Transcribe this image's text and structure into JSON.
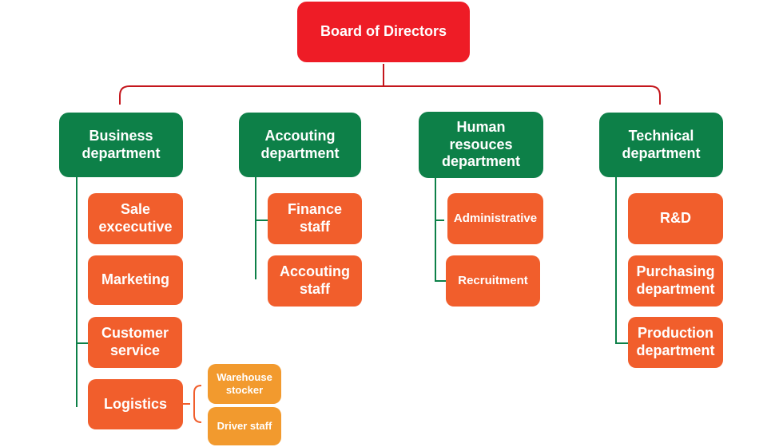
{
  "colors": {
    "root": "#ee1c26",
    "department": "#0d8048",
    "sub_unit": "#f15e2c",
    "leaf_unit": "#f29a2e",
    "root_connector": "#c4161c",
    "dept_connector": "#0d8048",
    "leaf_connector": "#f15e2c"
  },
  "root": {
    "label": "Board of Directors"
  },
  "departments": [
    {
      "label": "Business\ndepartment",
      "units": [
        {
          "label": "Sale\nexcecutive"
        },
        {
          "label": "Marketing"
        },
        {
          "label": "Customer\nservice"
        },
        {
          "label": "Logistics",
          "children": [
            "Warehouse\nstocker",
            "Driver staff"
          ]
        }
      ]
    },
    {
      "label": "Accouting\ndepartment",
      "units": [
        {
          "label": "Finance\nstaff"
        },
        {
          "label": "Accouting\nstaff"
        }
      ]
    },
    {
      "label": "Human\nresouces\ndepartment",
      "units": [
        {
          "label": "Administrative"
        },
        {
          "label": "Recruitment"
        }
      ]
    },
    {
      "label": "Technical\ndepartment",
      "units": [
        {
          "label": "R&D"
        },
        {
          "label": "Purchasing\ndepartment"
        },
        {
          "label": "Production\ndepartment"
        }
      ]
    }
  ]
}
